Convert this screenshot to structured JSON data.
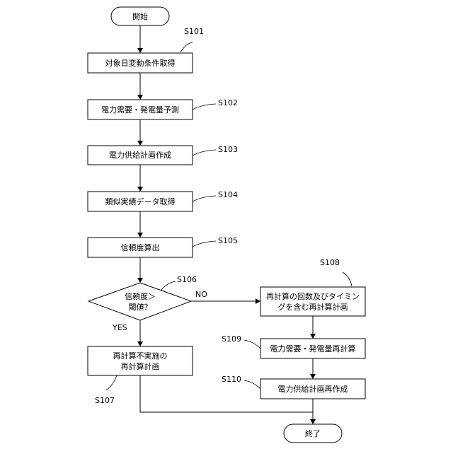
{
  "flowchart": {
    "start": "開始",
    "end": "終了",
    "steps": {
      "s101": {
        "id": "S101",
        "text": "対象日変動条件取得"
      },
      "s102": {
        "id": "S102",
        "text": "電力需要・発電量予測"
      },
      "s103": {
        "id": "S103",
        "text": "電力供給計画作成"
      },
      "s104": {
        "id": "S104",
        "text": "類似実績データ取得"
      },
      "s105": {
        "id": "S105",
        "text": "信頼度算出"
      },
      "s106": {
        "id": "S106",
        "line1": "信頼度＞",
        "line2": "閾値？"
      },
      "s107": {
        "id": "S107",
        "line1": "再計算不実施の",
        "line2": "再計算計画"
      },
      "s108": {
        "id": "S108",
        "line1": "再計算の回数及びタイミン",
        "line2": "グを含む再計算計画"
      },
      "s109": {
        "id": "S109",
        "text": "電力需要・発電量再計算"
      },
      "s110": {
        "id": "S110",
        "text": "電力供給計画再作成"
      }
    },
    "branches": {
      "yes": "YES",
      "no": "NO"
    }
  }
}
